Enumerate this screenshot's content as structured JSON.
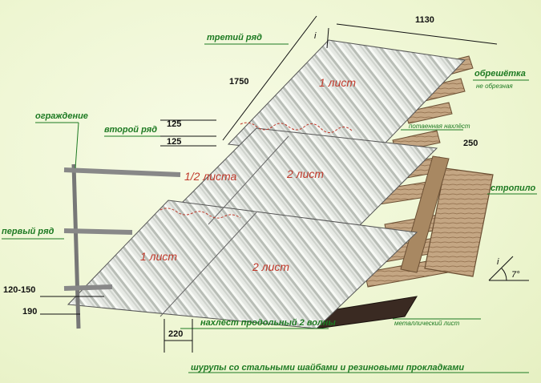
{
  "labels": {
    "third_row": "третий ряд",
    "second_row": "второй ряд",
    "first_row": "первый ряд",
    "fence": "ограждение",
    "batten": "обрешётка",
    "batten_sub": "не обрезная",
    "hidden_overlap": "потаенная нахлёст",
    "rafter": "стропило",
    "metal_sheet": "металлический лист",
    "overlap_longitudinal": "нахлёст продольный 2 волны",
    "screws": "шурупы со стальными шайбами и резиновыми прокладками",
    "slope_i_top": "i",
    "slope_i_right": "i",
    "slope_angle": "7°"
  },
  "sheets": {
    "top_sheet": "1 лист",
    "mid_half": "1/2 листа",
    "mid_sheet": "2 лист",
    "bottom_sheet1": "1 лист",
    "bottom_sheet2": "2 лист"
  },
  "dimensions": {
    "width_1130": "1130",
    "length_1750": "1750",
    "overlap_125a": "125",
    "overlap_125b": "125",
    "step_250": "250",
    "eave_120_150": "120-150",
    "eave_190": "190",
    "overlap_220": "220"
  },
  "colors": {
    "label_green": "#1d7a22",
    "sheet_fill": "#e9ece8",
    "wood": "#b89a7a",
    "accent_red": "#c0392b"
  }
}
